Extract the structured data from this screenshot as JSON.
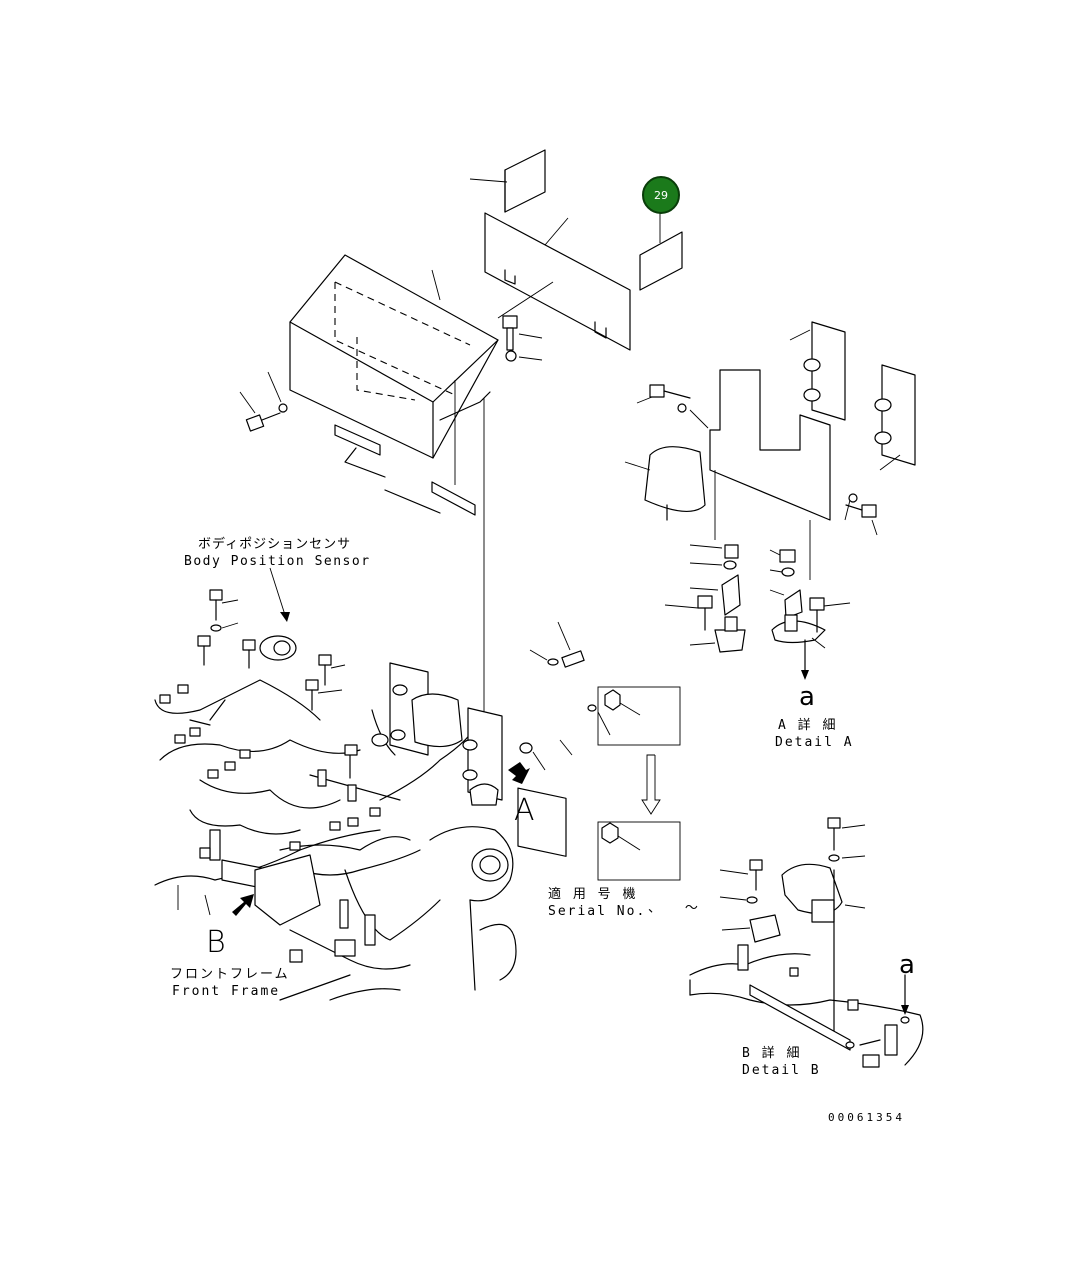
{
  "callout": {
    "number": "29"
  },
  "labels": {
    "body_position_sensor_jp": "ボディポジションセンサ",
    "body_position_sensor_en": "Body Position Sensor",
    "front_frame_jp": "フロントフレーム",
    "front_frame_en": "Front Frame",
    "serial_jp": "適 用 号 機",
    "serial_en": "Serial No.",
    "serial_tilde": "、 ～",
    "detail_a_jp": "A 詳 細",
    "detail_a_en": "Detail A",
    "detail_b_jp": "B 詳 細",
    "detail_b_en": "Detail B",
    "view_a": "A",
    "view_b": "B",
    "ref_a_upper": "a",
    "ref_a_lower": "a",
    "drawing_number": "00061354"
  }
}
